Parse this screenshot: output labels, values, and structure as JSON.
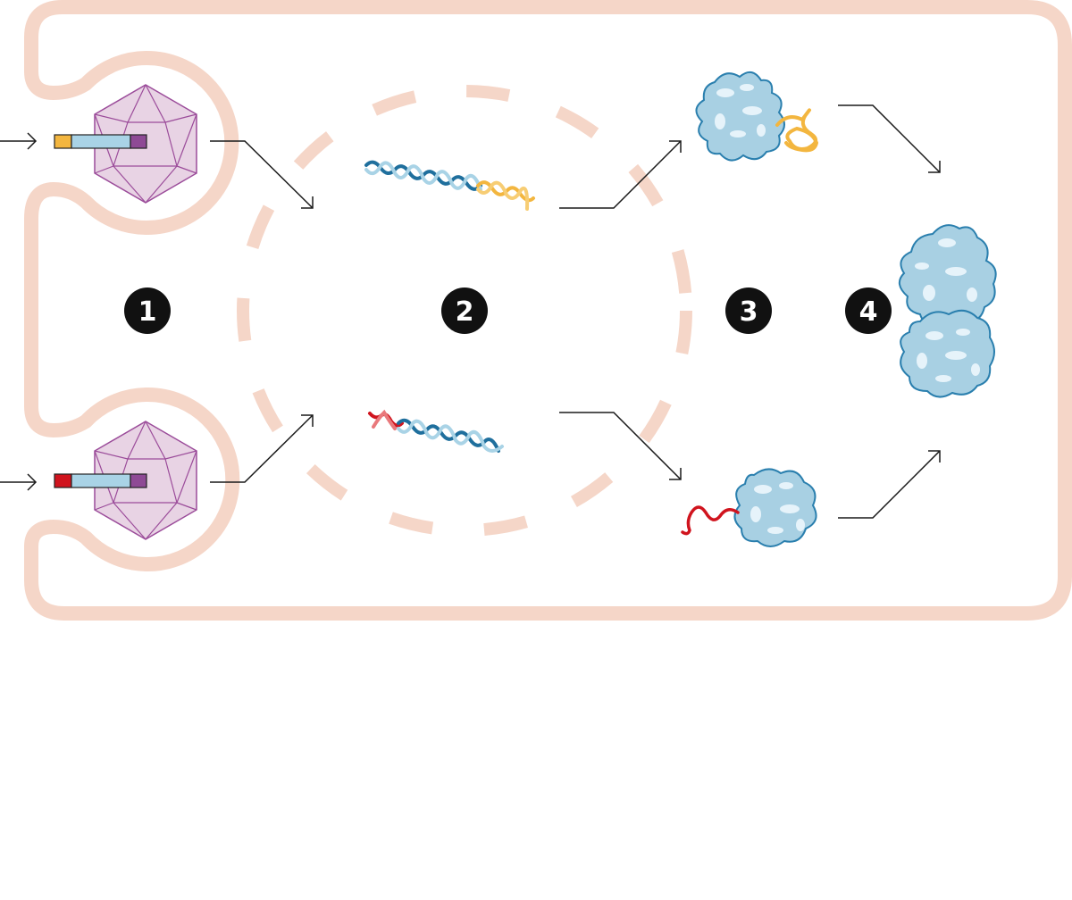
{
  "colors": {
    "cell_membrane": "#f5d6c8",
    "nucleus_dashes": "#f5d6c8",
    "capsid_fill": "#e8d3e4",
    "capsid_stroke": "#9b4c9a",
    "dna_dark": "#1f6f9d",
    "dna_light": "#a9d3e6",
    "gene_yellow": "#f3b63f",
    "gene_red": "#d0141e",
    "gene_purple": "#8e4a95",
    "gene_blue": "#a9d3e6",
    "protein_fill": "#a8d0e3",
    "protein_stroke": "#2a7fae",
    "protein_highlight": "#e6f3fa",
    "arrow": "#1a1a1a",
    "badge": "#111111"
  },
  "steps": [
    {
      "label": "1"
    },
    {
      "label": "2"
    },
    {
      "label": "3"
    },
    {
      "label": "4"
    }
  ],
  "icons": [
    "viral-capsid-icon",
    "dna-helix-icon",
    "protein-blob-icon",
    "arrow-icon"
  ]
}
